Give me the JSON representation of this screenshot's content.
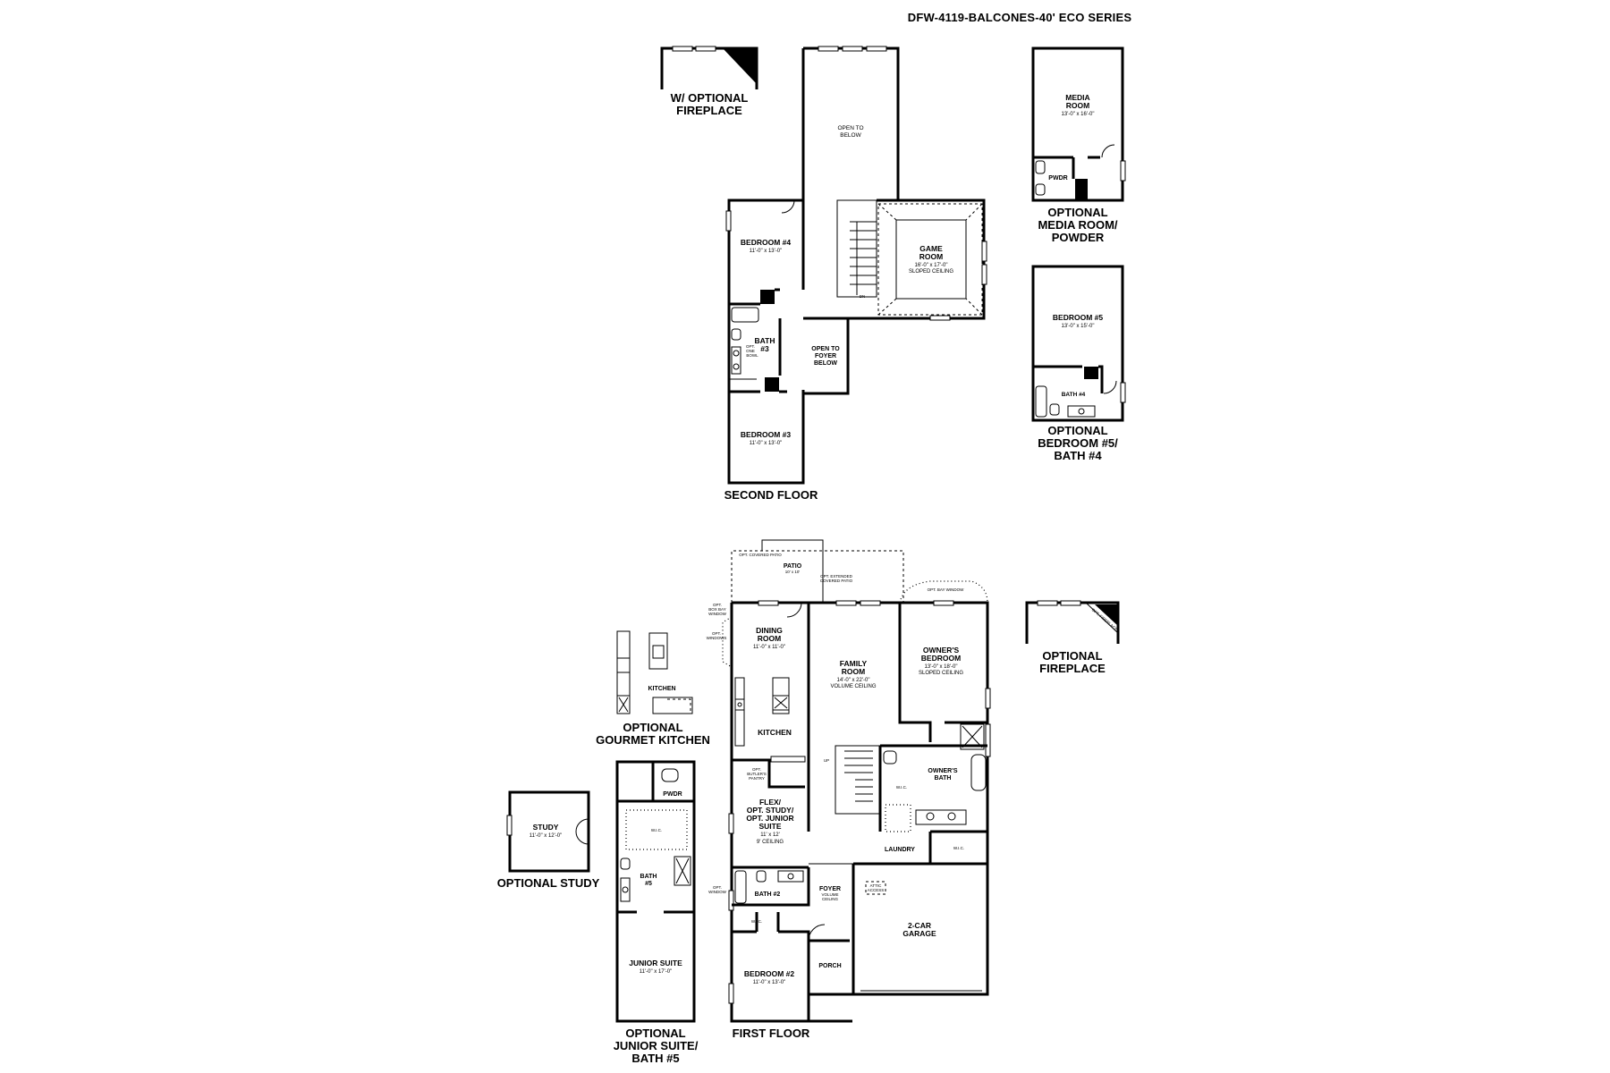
{
  "series_title": "DFW-4119-BALCONES-40' ECO SERIES",
  "captions": {
    "second_floor": "SECOND FLOOR",
    "first_floor": "FIRST FLOOR",
    "w_optional_fireplace": [
      "W/ OPTIONAL",
      "FIREPLACE"
    ],
    "optional_fireplace": [
      "OPTIONAL",
      "FIREPLACE"
    ],
    "optional_media_room": [
      "OPTIONAL",
      "MEDIA ROOM/",
      "POWDER"
    ],
    "optional_bedroom5": [
      "OPTIONAL",
      "BEDROOM #5/",
      "BATH #4"
    ],
    "optional_gourmet_kitchen": [
      "OPTIONAL",
      "GOURMET KITCHEN"
    ],
    "optional_study": "OPTIONAL STUDY",
    "optional_junior_suite": [
      "OPTIONAL",
      "JUNIOR SUITE/",
      "BATH #5"
    ]
  },
  "rooms": {
    "open_to_below": [
      "OPEN TO",
      "BELOW"
    ],
    "bedroom4": {
      "name": "BEDROOM #4",
      "dims": "11'-0\" x 13'-0\""
    },
    "game_room": {
      "name": [
        "GAME",
        "ROOM"
      ],
      "dims": "16'-0\" x 17'-0\"",
      "note": "SLOPED CEILING"
    },
    "bath3": {
      "name": [
        "BATH",
        "#3"
      ],
      "note": [
        "OPT.",
        "ONE",
        "BOWL"
      ]
    },
    "open_to_foyer": [
      "OPEN TO",
      "FOYER",
      "BELOW"
    ],
    "bedroom3": {
      "name": "BEDROOM #3",
      "dims": "11'-0\" x 13'-0\""
    },
    "media_room": {
      "name": [
        "MEDIA",
        "ROOM"
      ],
      "dims": "13'-0\" x 16'-0\"",
      "pwdr": "PWDR"
    },
    "bedroom5": {
      "name": "BEDROOM #5",
      "dims": "13'-0\" x 15'-0\"",
      "bath": "BATH #4"
    },
    "patio": {
      "name": "PATIO",
      "dims": "10' x 10'",
      "opt_covered": "OPT. COVERED PATIO",
      "opt_extended": [
        "OPT. EXTENDED",
        "COVERED PATIO"
      ],
      "bay_window": "OPT. BAY WINDOW"
    },
    "dining": {
      "name": [
        "DINING",
        "ROOM"
      ],
      "dims": "11'-0\" x 11'-0\"",
      "opt_box_bay": [
        "OPT.",
        "BOX BAY",
        "WINDOW"
      ],
      "opt_windows": [
        "OPT.",
        "WINDOWS"
      ]
    },
    "family": {
      "name": [
        "FAMILY",
        "ROOM"
      ],
      "dims": "14'-0\" x 22'-0\"",
      "note": "VOLUME CEILING"
    },
    "owners_bedroom": {
      "name": [
        "OWNER'S",
        "BEDROOM"
      ],
      "dims": "13'-0\" x 18'-0\"",
      "note": "SLOPED CEILING"
    },
    "kitchen": {
      "name": "KITCHEN",
      "pantry": [
        "OPT.",
        "BUTLER'S",
        "PANTRY"
      ]
    },
    "owners_bath": {
      "name": [
        "OWNER'S",
        "BATH"
      ],
      "wic": "W.I.C."
    },
    "flex": {
      "name": [
        "FLEX/",
        "OPT. STUDY/",
        "OPT. JUNIOR",
        "SUITE"
      ],
      "dims": "11' x 12'",
      "note": "9' CEILING"
    },
    "laundry": "LAUNDRY",
    "bath2": {
      "name": "BATH #2",
      "opt_window": [
        "OPT.",
        "WINDOW"
      ]
    },
    "foyer": {
      "name": "FOYER",
      "note": [
        "VOLUME",
        "CEILING"
      ]
    },
    "attic": [
      "ATTIC",
      "ACCESS"
    ],
    "garage": {
      "name": [
        "2-CAR",
        "GARAGE"
      ]
    },
    "bedroom2": {
      "name": "BEDROOM #2",
      "dims": "11'-0\" x 13'-0\""
    },
    "porch": "PORCH",
    "study": {
      "name": "STUDY",
      "dims": "11'-0\" x 12'-0\""
    },
    "opt_kitchen": "KITCHEN",
    "pwdr": "PWDR",
    "bath5": {
      "name": [
        "BATH",
        "#5"
      ]
    },
    "junior_suite": {
      "name": "JUNIOR SUITE",
      "dims": "11'-0\" x 17'-0\""
    },
    "wic": "W.I.C.",
    "up": "UP",
    "dn": "DN",
    "opt_fireplace_tag": "OPT. FIREPLACE"
  }
}
